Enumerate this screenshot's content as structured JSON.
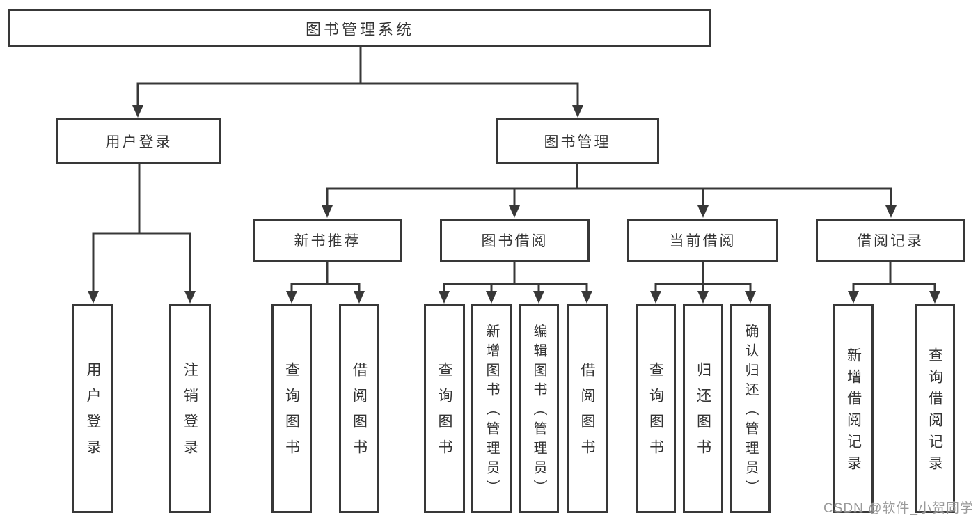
{
  "diagram_title": "图书管理系统",
  "tree": {
    "label": "图书管理系统",
    "children": [
      {
        "label": "用户登录",
        "children": [
          {
            "label": "用户登录"
          },
          {
            "label": "注销登录"
          }
        ]
      },
      {
        "label": "图书管理",
        "children": [
          {
            "label": "新书推荐",
            "children": [
              {
                "label": "查询图书"
              },
              {
                "label": "借阅图书"
              }
            ]
          },
          {
            "label": "图书借阅",
            "children": [
              {
                "label": "查询图书"
              },
              {
                "label": "新增图书（管理员）"
              },
              {
                "label": "编辑图书（管理员）"
              },
              {
                "label": "借阅图书"
              }
            ]
          },
          {
            "label": "当前借阅",
            "children": [
              {
                "label": "查询图书"
              },
              {
                "label": "归还图书"
              },
              {
                "label": "确认归还（管理员）"
              }
            ]
          },
          {
            "label": "借阅记录",
            "children": [
              {
                "label": "新增借阅记录"
              },
              {
                "label": "查询借阅记录"
              }
            ]
          }
        ]
      }
    ]
  },
  "watermark": {
    "text": "CSDN @软件_小贺同学"
  },
  "colors": {
    "line": "#383838",
    "box_border": "#383838",
    "text": "#333333",
    "background": "#ffffff",
    "watermark": "#919191"
  }
}
